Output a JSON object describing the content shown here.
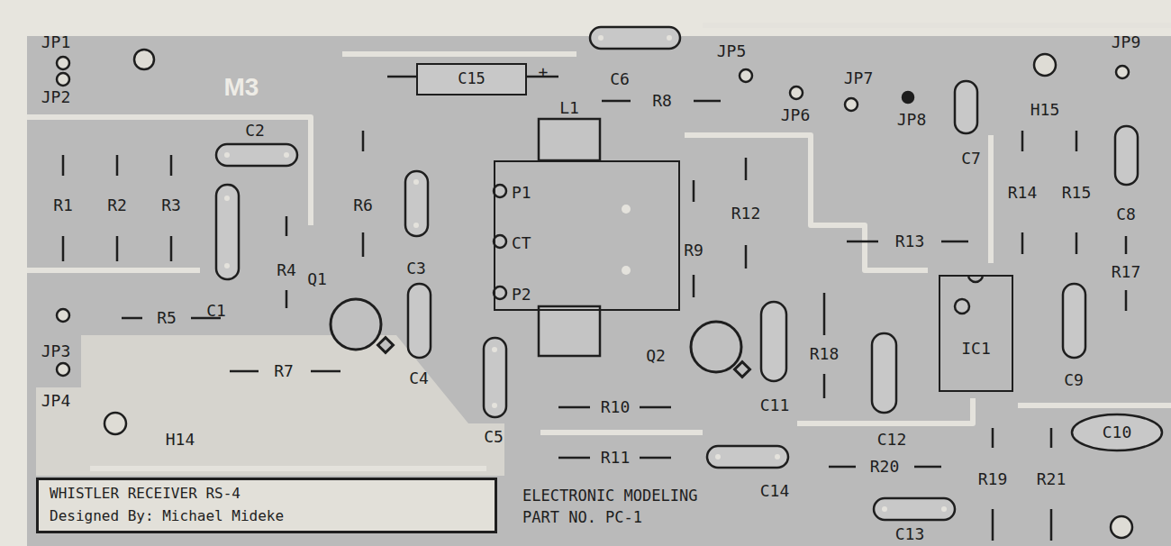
{
  "diagram": {
    "nodes": [
      {
        "text": [
          "C15"
        ]
      },
      {
        "text": [
          "L1",
          "P1",
          "CT",
          "P2"
        ]
      },
      {
        "text": [
          "IC1"
        ]
      },
      {
        "text": [
          "C10"
        ]
      },
      {
        "text": [
          "WHISTLER RECEIVER RS-4",
          "Designed By: Michael Mideke"
        ]
      }
    ],
    "labels": [
      "JP1",
      "JP9",
      "JP5",
      "C6",
      "+",
      "JP7",
      "M3",
      "JP2",
      "R8",
      "H15",
      "JP6",
      "JP8",
      "C2",
      "C7",
      "R14",
      "R15",
      "R1",
      "R2",
      "R3",
      "R6",
      "R12",
      "C8",
      "R13",
      "R9",
      "C3",
      "R4",
      "R17",
      "Q1",
      "C1",
      "R5",
      "JP3",
      "R18",
      "Q2",
      "R7",
      "C4",
      "C9",
      "JP4",
      "C11",
      "R10",
      "C5",
      "H14",
      "C12",
      "R11",
      "R20",
      "R19",
      "R21",
      "C14",
      "ELECTRONIC MODELING",
      "PART NO. PC-1",
      "C13"
    ]
  }
}
